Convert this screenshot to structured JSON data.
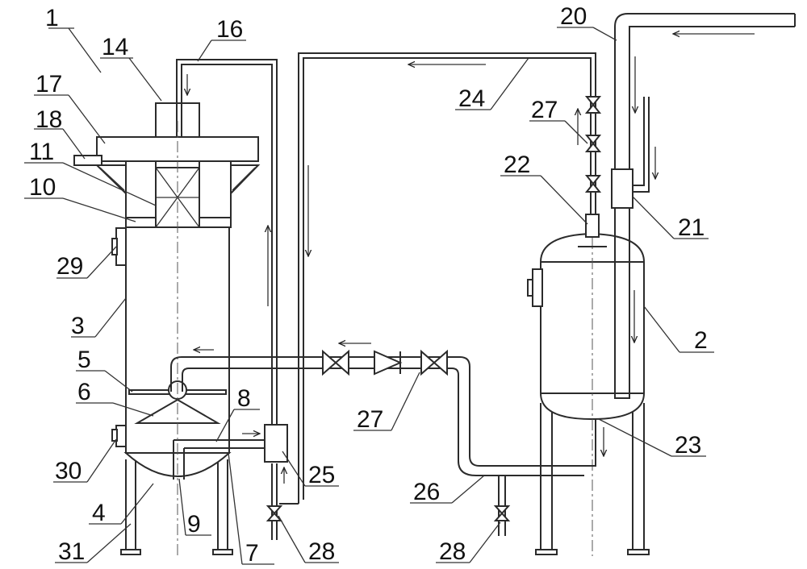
{
  "labels": {
    "l1": "1",
    "l2": "2",
    "l3": "3",
    "l4": "4",
    "l5": "5",
    "l6": "6",
    "l7": "7",
    "l8": "8",
    "l9": "9",
    "l10": "10",
    "l11": "11",
    "l14": "14",
    "l16": "16",
    "l17": "17",
    "l18": "18",
    "l20": "20",
    "l21": "21",
    "l22": "22",
    "l23": "23",
    "l24": "24",
    "l25": "25",
    "l26": "26",
    "l27a": "27",
    "l27b": "27",
    "l28a": "28",
    "l28b": "28",
    "l29": "29",
    "l30": "30",
    "l31": "31"
  }
}
